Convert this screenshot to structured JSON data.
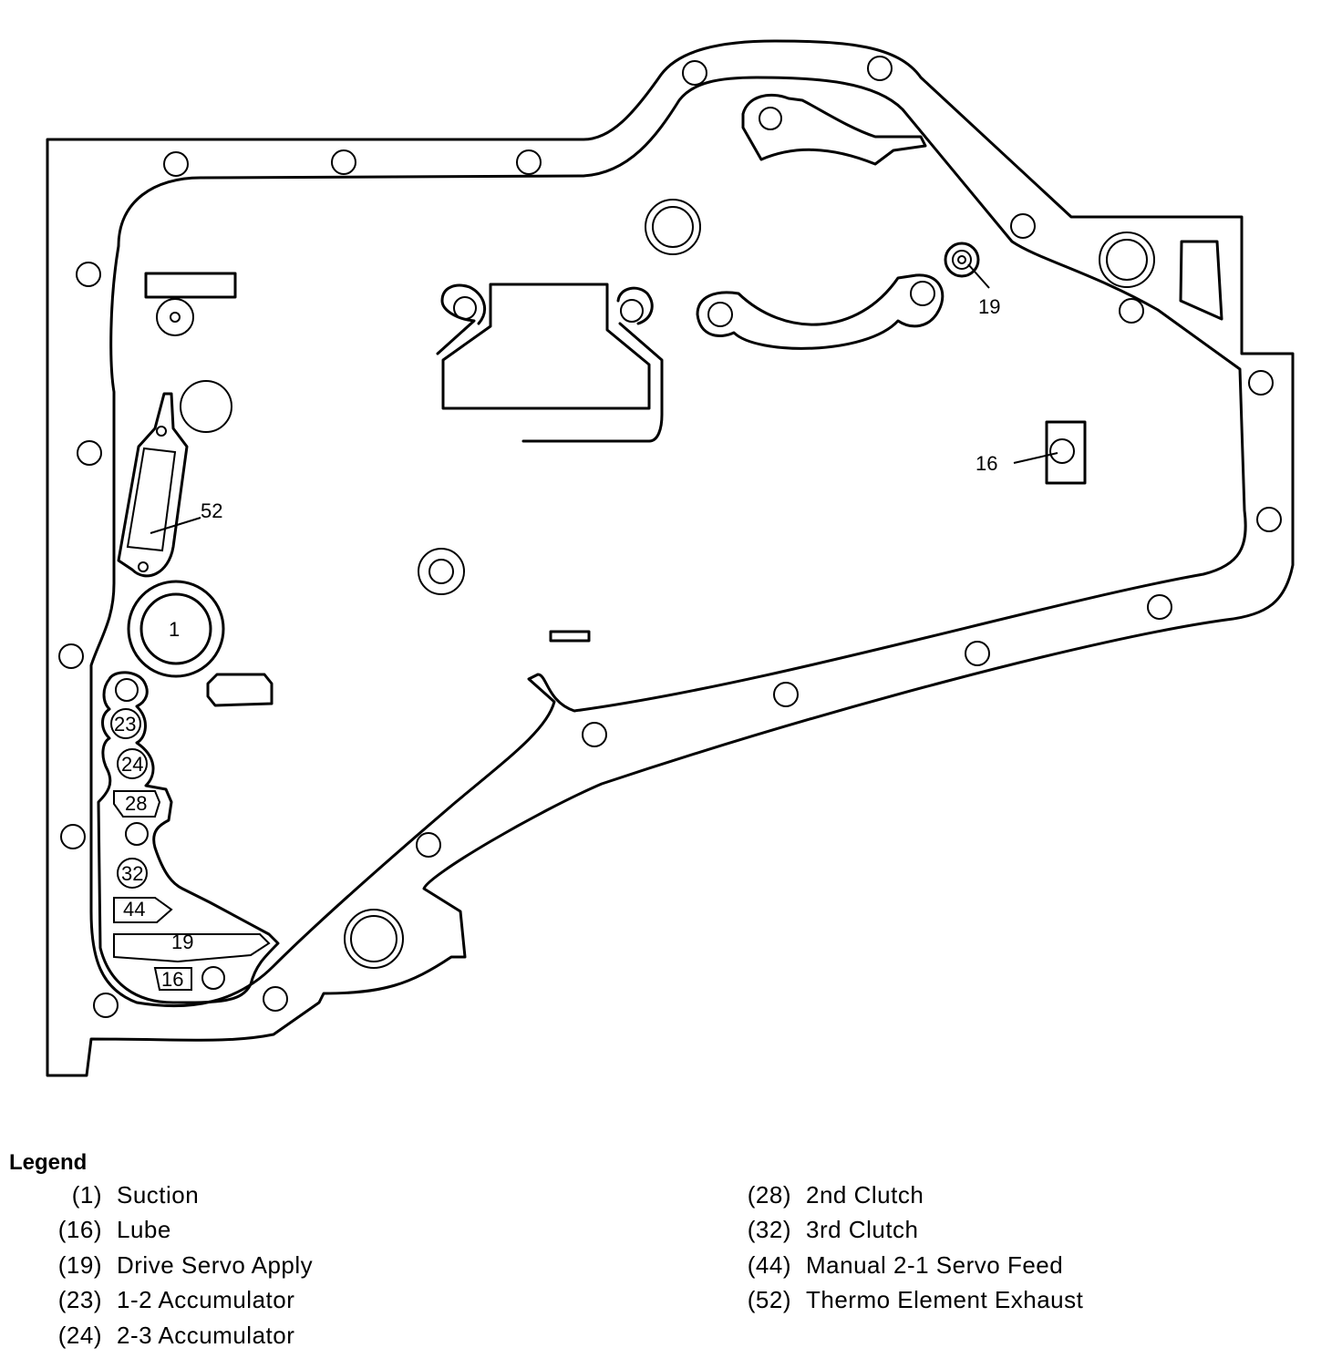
{
  "diagram": {
    "callouts": {
      "c1": "1",
      "c16_body": "16",
      "c16_inner": "16",
      "c19_top": "19",
      "c19_inner": "19",
      "c23": "23",
      "c24": "24",
      "c28": "28",
      "c32": "32",
      "c44": "44",
      "c52": "52"
    }
  },
  "legend": {
    "title": "Legend",
    "left": [
      {
        "num": "(1)",
        "label": "Suction"
      },
      {
        "num": "(16)",
        "label": "Lube"
      },
      {
        "num": "(19)",
        "label": "Drive Servo Apply"
      },
      {
        "num": "(23)",
        "label": "1-2 Accumulator"
      },
      {
        "num": "(24)",
        "label": "2-3 Accumulator"
      }
    ],
    "right": [
      {
        "num": "(28)",
        "label": "2nd Clutch"
      },
      {
        "num": "(32)",
        "label": "3rd Clutch"
      },
      {
        "num": "(44)",
        "label": "Manual 2-1 Servo Feed"
      },
      {
        "num": "(52)",
        "label": "Thermo Element Exhaust"
      }
    ]
  }
}
